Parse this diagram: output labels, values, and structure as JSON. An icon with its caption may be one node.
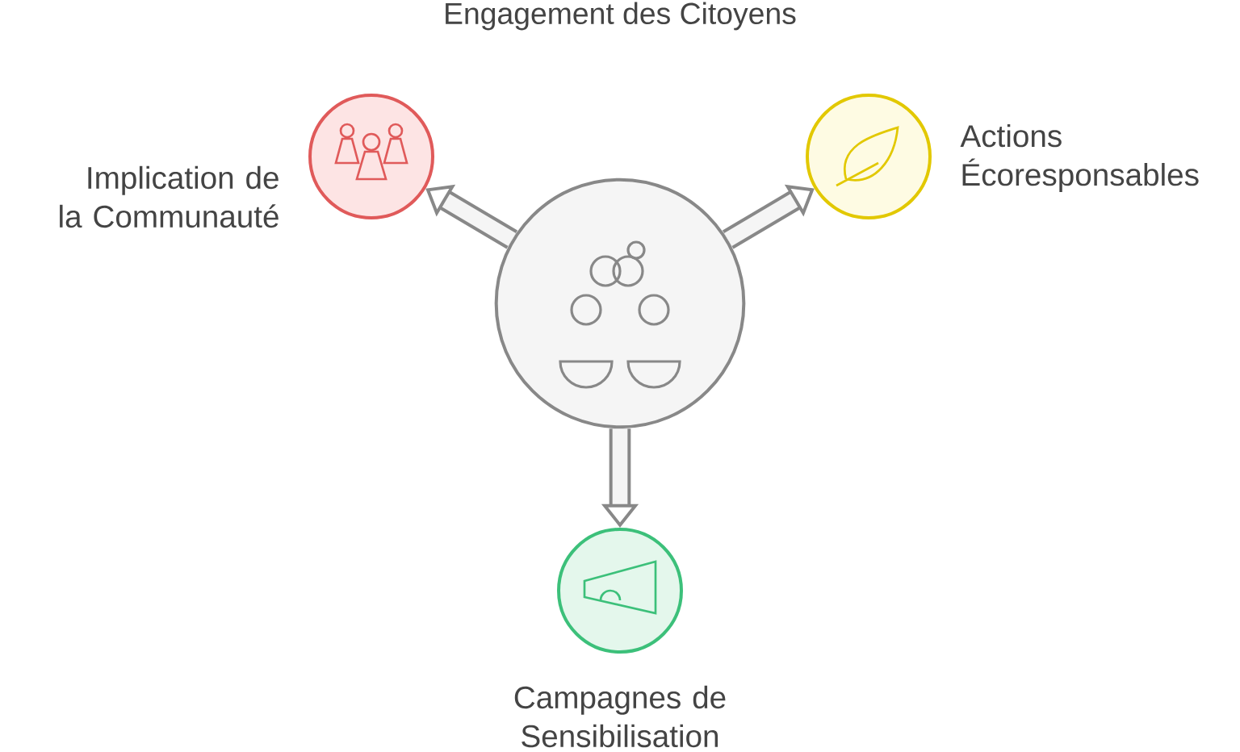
{
  "diagram": {
    "title": "Engagement des Citoyens",
    "nodes": [
      {
        "text": [],
        "shape": "circle"
      },
      {
        "text": [
          "Implication de la Communauté"
        ]
      },
      {
        "text": [
          "Actions Écoresponsables"
        ]
      },
      {
        "text": [
          "Campagnes de Sensibilisation"
        ]
      }
    ],
    "edges": [
      {
        "from": 0,
        "to": 1,
        "arrow": "to"
      },
      {
        "from": 0,
        "to": 2,
        "arrow": "to"
      },
      {
        "from": 0,
        "to": 3,
        "arrow": "to"
      }
    ]
  }
}
